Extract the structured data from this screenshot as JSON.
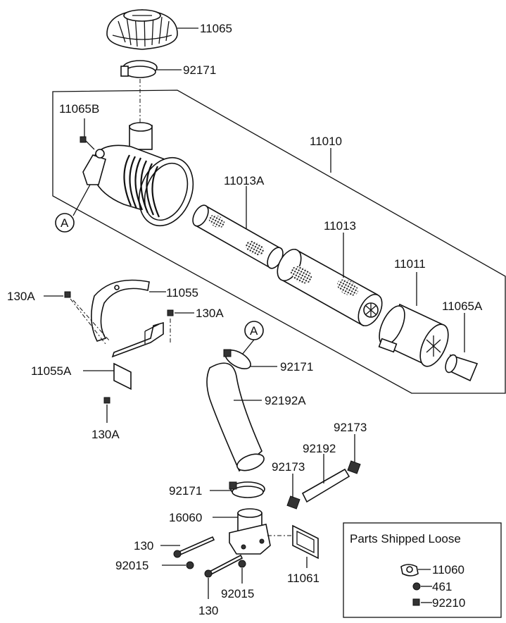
{
  "labels": {
    "p11065": "11065",
    "p92171_top": "92171",
    "p11065B": "11065B",
    "p11010": "11010",
    "p11013A": "11013A",
    "p11013": "11013",
    "p11011": "11011",
    "p11065A": "11065A",
    "callout_A_left": "A",
    "callout_A_right": "A",
    "p130A_left": "130A",
    "p11055": "11055",
    "p130A_right": "130A",
    "p11055A": "11055A",
    "p130A_bottom": "130A",
    "p92171_mid": "92171",
    "p92192A": "92192A",
    "p92173_right": "92173",
    "p92192": "92192",
    "p92173_left": "92173",
    "p92171_low": "92171",
    "p16060": "16060",
    "p130_upper": "130",
    "p92015_left": "92015",
    "p11061": "11061",
    "p92015_bottom": "92015",
    "p130_lower": "130"
  },
  "loose_box": {
    "title": "Parts Shipped Loose",
    "items": [
      "11060",
      "461",
      "92210"
    ]
  }
}
